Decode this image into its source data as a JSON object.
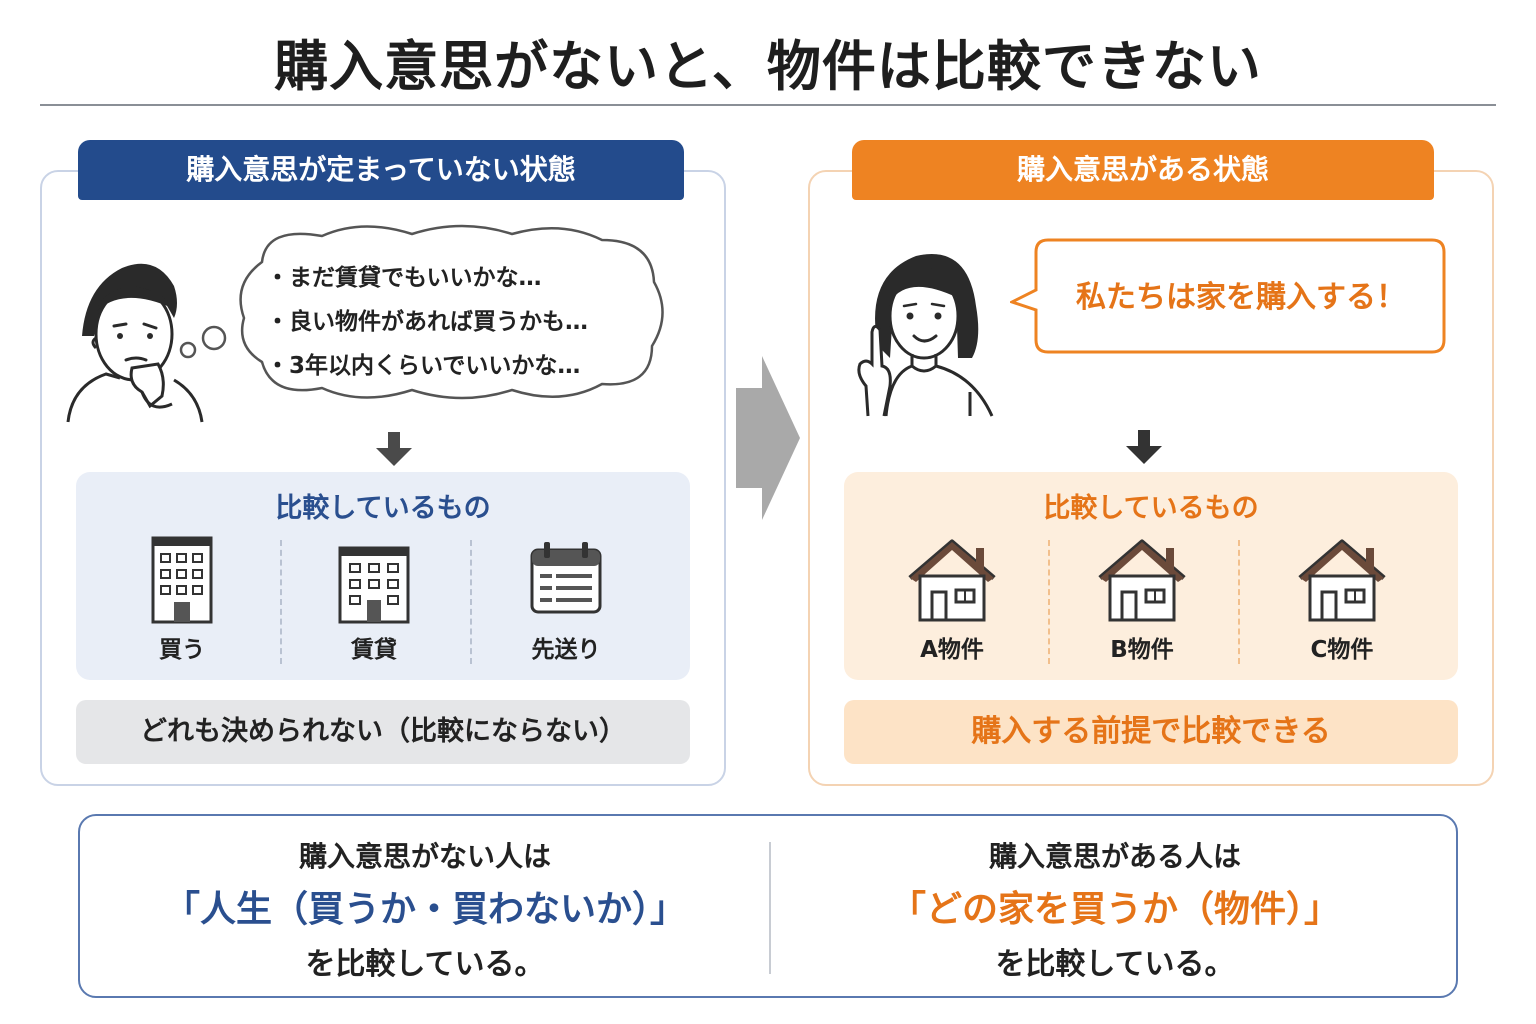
{
  "title": "購入意思がないと、物件は比較できない",
  "left_panel": {
    "tab_label": "購入意思が定まっていない状態",
    "thoughts": [
      "・まだ賃貸でもいいかな…",
      "・良い物件があれば買うかも…",
      "・3年以内くらいでいいかな…"
    ],
    "compare_title": "比較しているもの",
    "items": [
      {
        "label": "買う",
        "icon": "building-icon"
      },
      {
        "label": "賃貸",
        "icon": "apartment-icon"
      },
      {
        "label": "先送り",
        "icon": "calendar-icon"
      }
    ],
    "result": "どれも決められない（比較にならない）"
  },
  "right_panel": {
    "tab_label": "購入意思がある状態",
    "speech": "私たちは家を購入する！",
    "compare_title": "比較しているもの",
    "items": [
      {
        "label": "A物件",
        "icon": "house-icon"
      },
      {
        "label": "B物件",
        "icon": "house-icon"
      },
      {
        "label": "C物件",
        "icon": "house-icon"
      }
    ],
    "result": "購入する前提で比較できる"
  },
  "summary": {
    "left": {
      "line1": "購入意思がない人は",
      "line2": "「人生（買うか・買わないか）」",
      "line3": "を比較している。"
    },
    "right": {
      "line1": "購入意思がある人は",
      "line2": "「どの家を買うか（物件）」",
      "line3": "を比較している。"
    }
  },
  "colors": {
    "navy": "#234b8c",
    "orange": "#ee8322",
    "arrow_gray": "#a9a9a9"
  }
}
